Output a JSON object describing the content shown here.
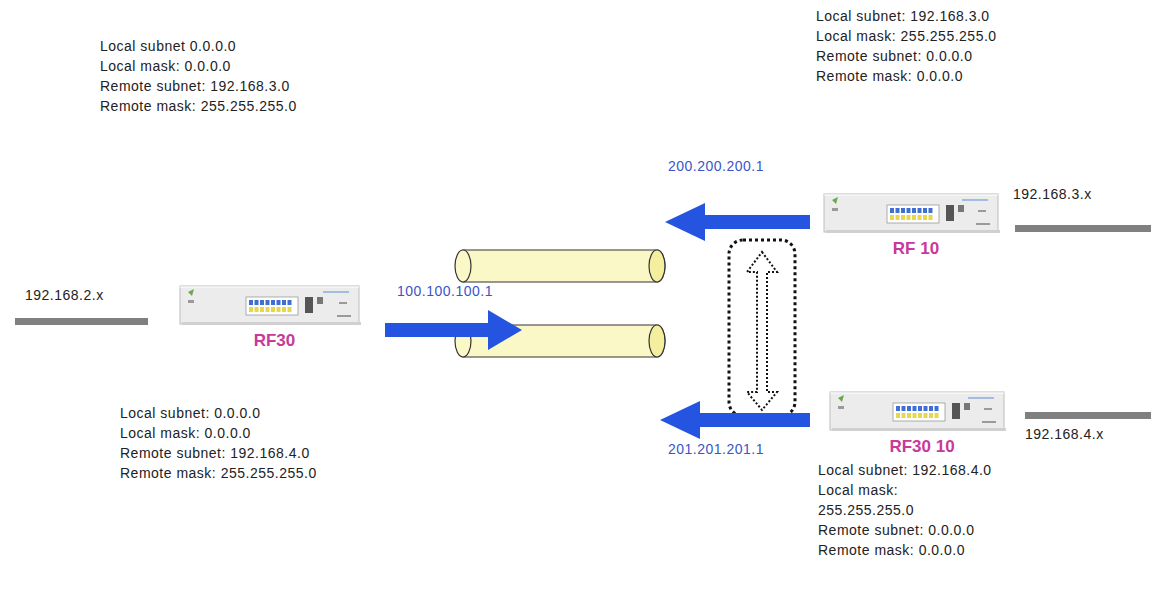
{
  "diagram": {
    "nodes": [
      {
        "text": [
          "RF30"
        ]
      },
      {
        "text": [
          "RF 10"
        ]
      },
      {
        "text": [
          "RF30 10"
        ]
      }
    ],
    "labels": [
      "Local subnet 0.0.0.0",
      "Local mask: 0.0.0.0",
      "Remote subnet: 192.168.3.0",
      "Remote mask: 255.255.255.0",
      "Local subnet: 192.168.3.0",
      "Local mask: 255.255.255.0",
      "Remote subnet: 0.0.0.0",
      "Remote mask: 0.0.0.0",
      "200.200.200.1",
      "192.168.3.x",
      "192.168.2.x",
      "100.100.100.1",
      "201.201.201.1",
      "192.168.4.x",
      "Local subnet: 0.0.0.0",
      "Local mask: 0.0.0.0",
      "Remote subnet: 192.168.4.0",
      "Remote mask: 255.255.255.0",
      "Local subnet: 192.168.4.0",
      "Local mask:",
      "255.255.255.0",
      "Remote subnet: 0.0.0.0",
      "Remote mask: 0.0.0.0"
    ]
  }
}
